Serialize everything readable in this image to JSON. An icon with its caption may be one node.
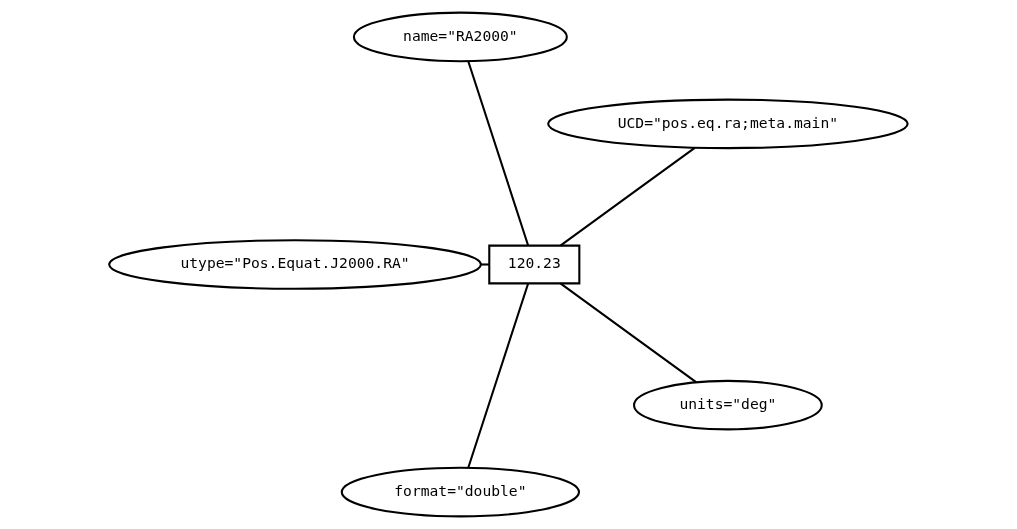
{
  "diagram": {
    "nodes": [
      {
        "text": [
          "120.23"
        ]
      },
      {
        "text": [
          "UCD=\"pos.eq.ra;meta.main\""
        ]
      },
      {
        "text": [
          "name=\"RA2000\""
        ]
      },
      {
        "text": [
          "utype=\"Pos.Equat.J2000.RA\""
        ]
      },
      {
        "text": [
          "format=\"double\""
        ]
      },
      {
        "text": [
          "units=\"deg\""
        ]
      }
    ],
    "edges": [
      {
        "from": 0,
        "to": 1,
        "arrow": "none"
      },
      {
        "from": 0,
        "to": 2,
        "arrow": "none"
      },
      {
        "from": 0,
        "to": 3,
        "arrow": "none"
      },
      {
        "from": 0,
        "to": 4,
        "arrow": "none"
      },
      {
        "from": 0,
        "to": 5,
        "arrow": "none"
      }
    ]
  }
}
